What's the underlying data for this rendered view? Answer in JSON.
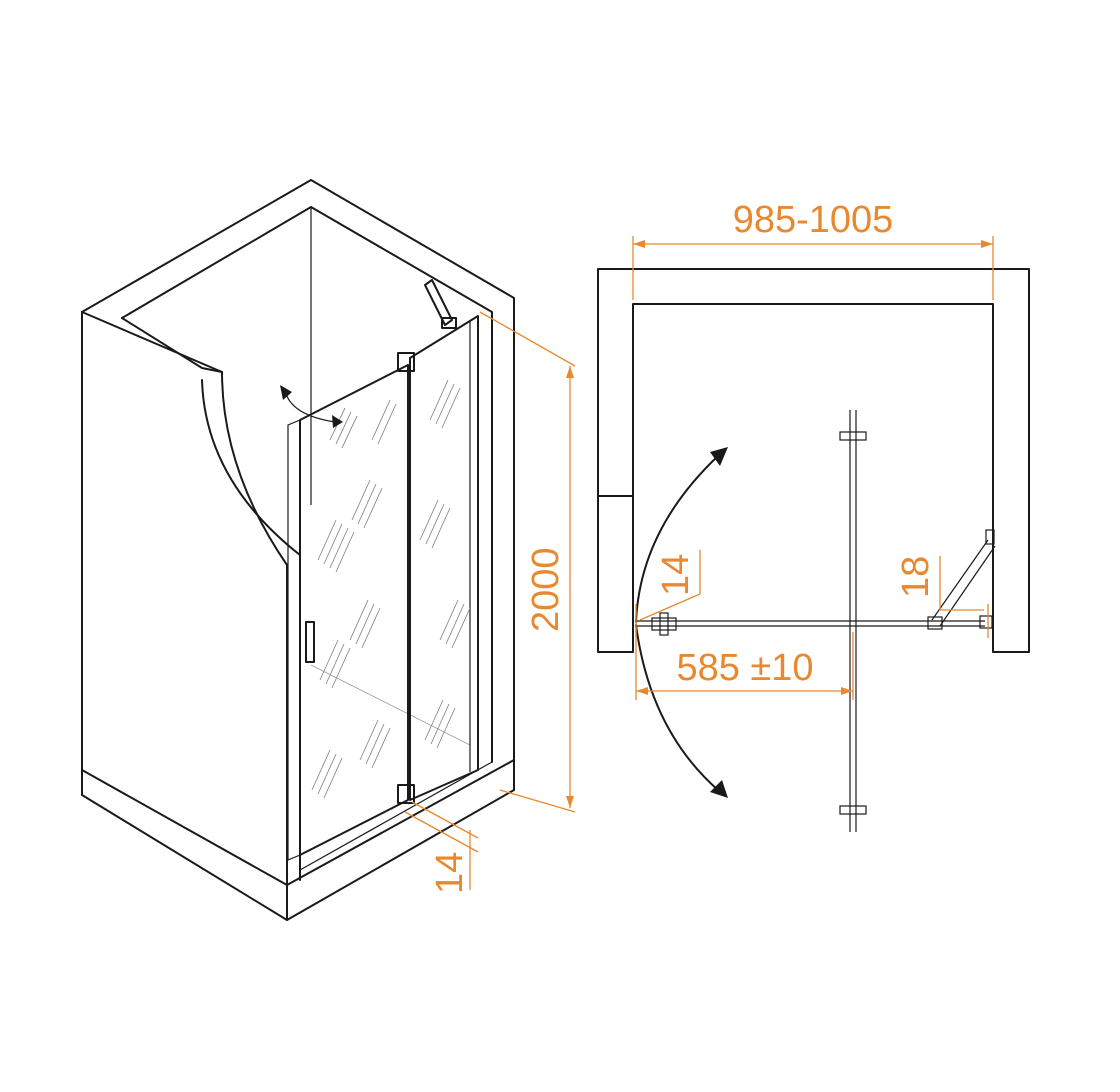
{
  "dimensions": {
    "width_range": "985-1005",
    "height": "2000",
    "door_width": "585 ±10",
    "profile_plan": "14",
    "profile_iso": "14",
    "bracket": "18"
  },
  "colors": {
    "dimension": "#e8892f",
    "outline": "#1a1a1a",
    "glass": "#8a8a8a"
  },
  "icons": {
    "swing_arrow_iso": "double-curved-arrow-icon",
    "swing_arrow_plan": "door-swing-arc-icon"
  }
}
